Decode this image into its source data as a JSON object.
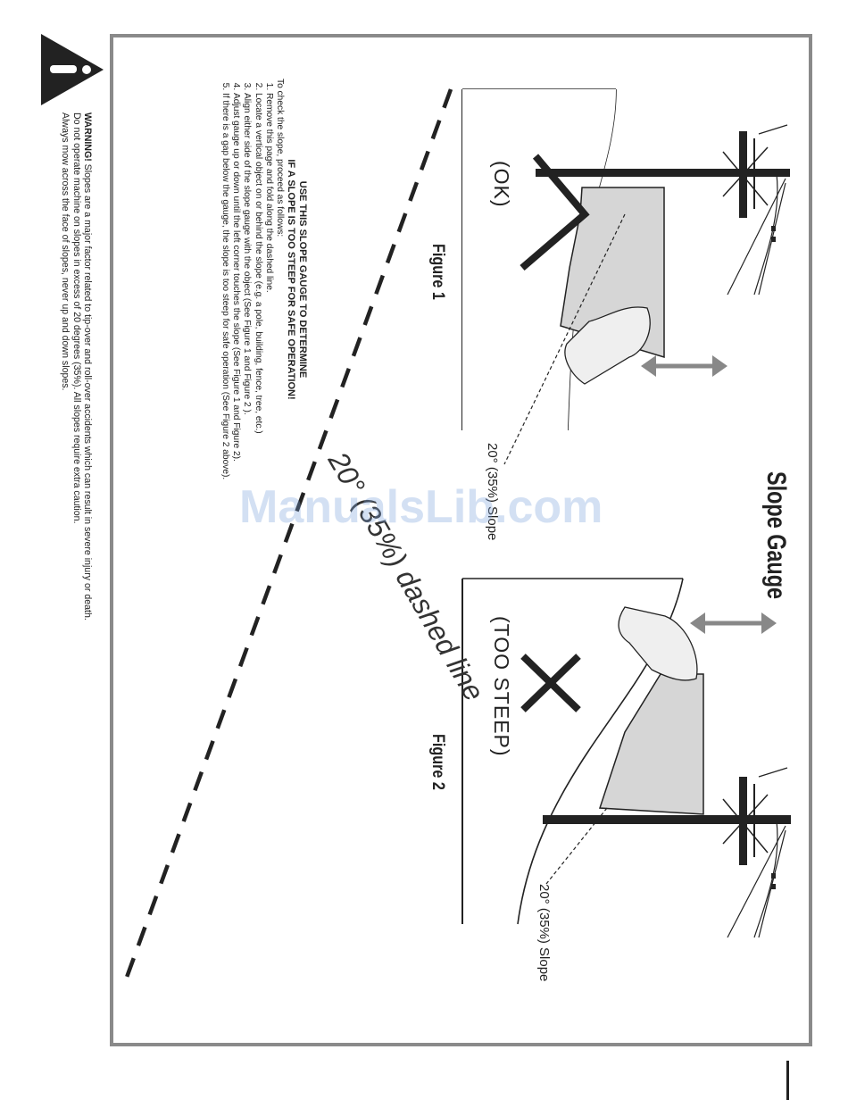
{
  "title": "Slope Gauge",
  "figure1": {
    "label": "Figure 1",
    "verdict": "(OK)",
    "slope_label": "20° (35%) Slope"
  },
  "figure2": {
    "label": "Figure 2",
    "verdict": "(TOO STEEP)",
    "slope_label": "20° (35%) Slope"
  },
  "gauge_line_label": "20° (35%) dashed line",
  "instructions": {
    "heading_line1": "USE THIS SLOPE GAUGE TO DETERMINE",
    "heading_line2": "IF A SLOPE IS TOO STEEP FOR SAFE OPERATION!",
    "intro": "To check the slope, proceed as follows:",
    "steps": [
      "Remove this page and fold along the dashed line.",
      "Locate a vertical object on or behind the slope (e.g. a pole, building, fence,  tree, etc.)",
      "Align either side of the slope gauge with the object (See Figure 1 and Figure 2 ).",
      "Adjust gauge up or down until the left corner touches the slope (See Figure 1 and Figure 2).",
      "If there is a gap below the gauge, the slope is too steep for safe operation (See Figure 2 above)."
    ]
  },
  "warning": {
    "label": "WARNING!",
    "line1": " Slopes are a major factor related to tip-over and roll-over accidents which can result in severe injury or death.",
    "line2": "Do not operate machine on slopes in excess of 20 degrees (35%). All slopes require extra caution.",
    "line3": "Always mow across the face of slopes, never up and down slopes."
  },
  "watermark": "ManualsLib.com"
}
